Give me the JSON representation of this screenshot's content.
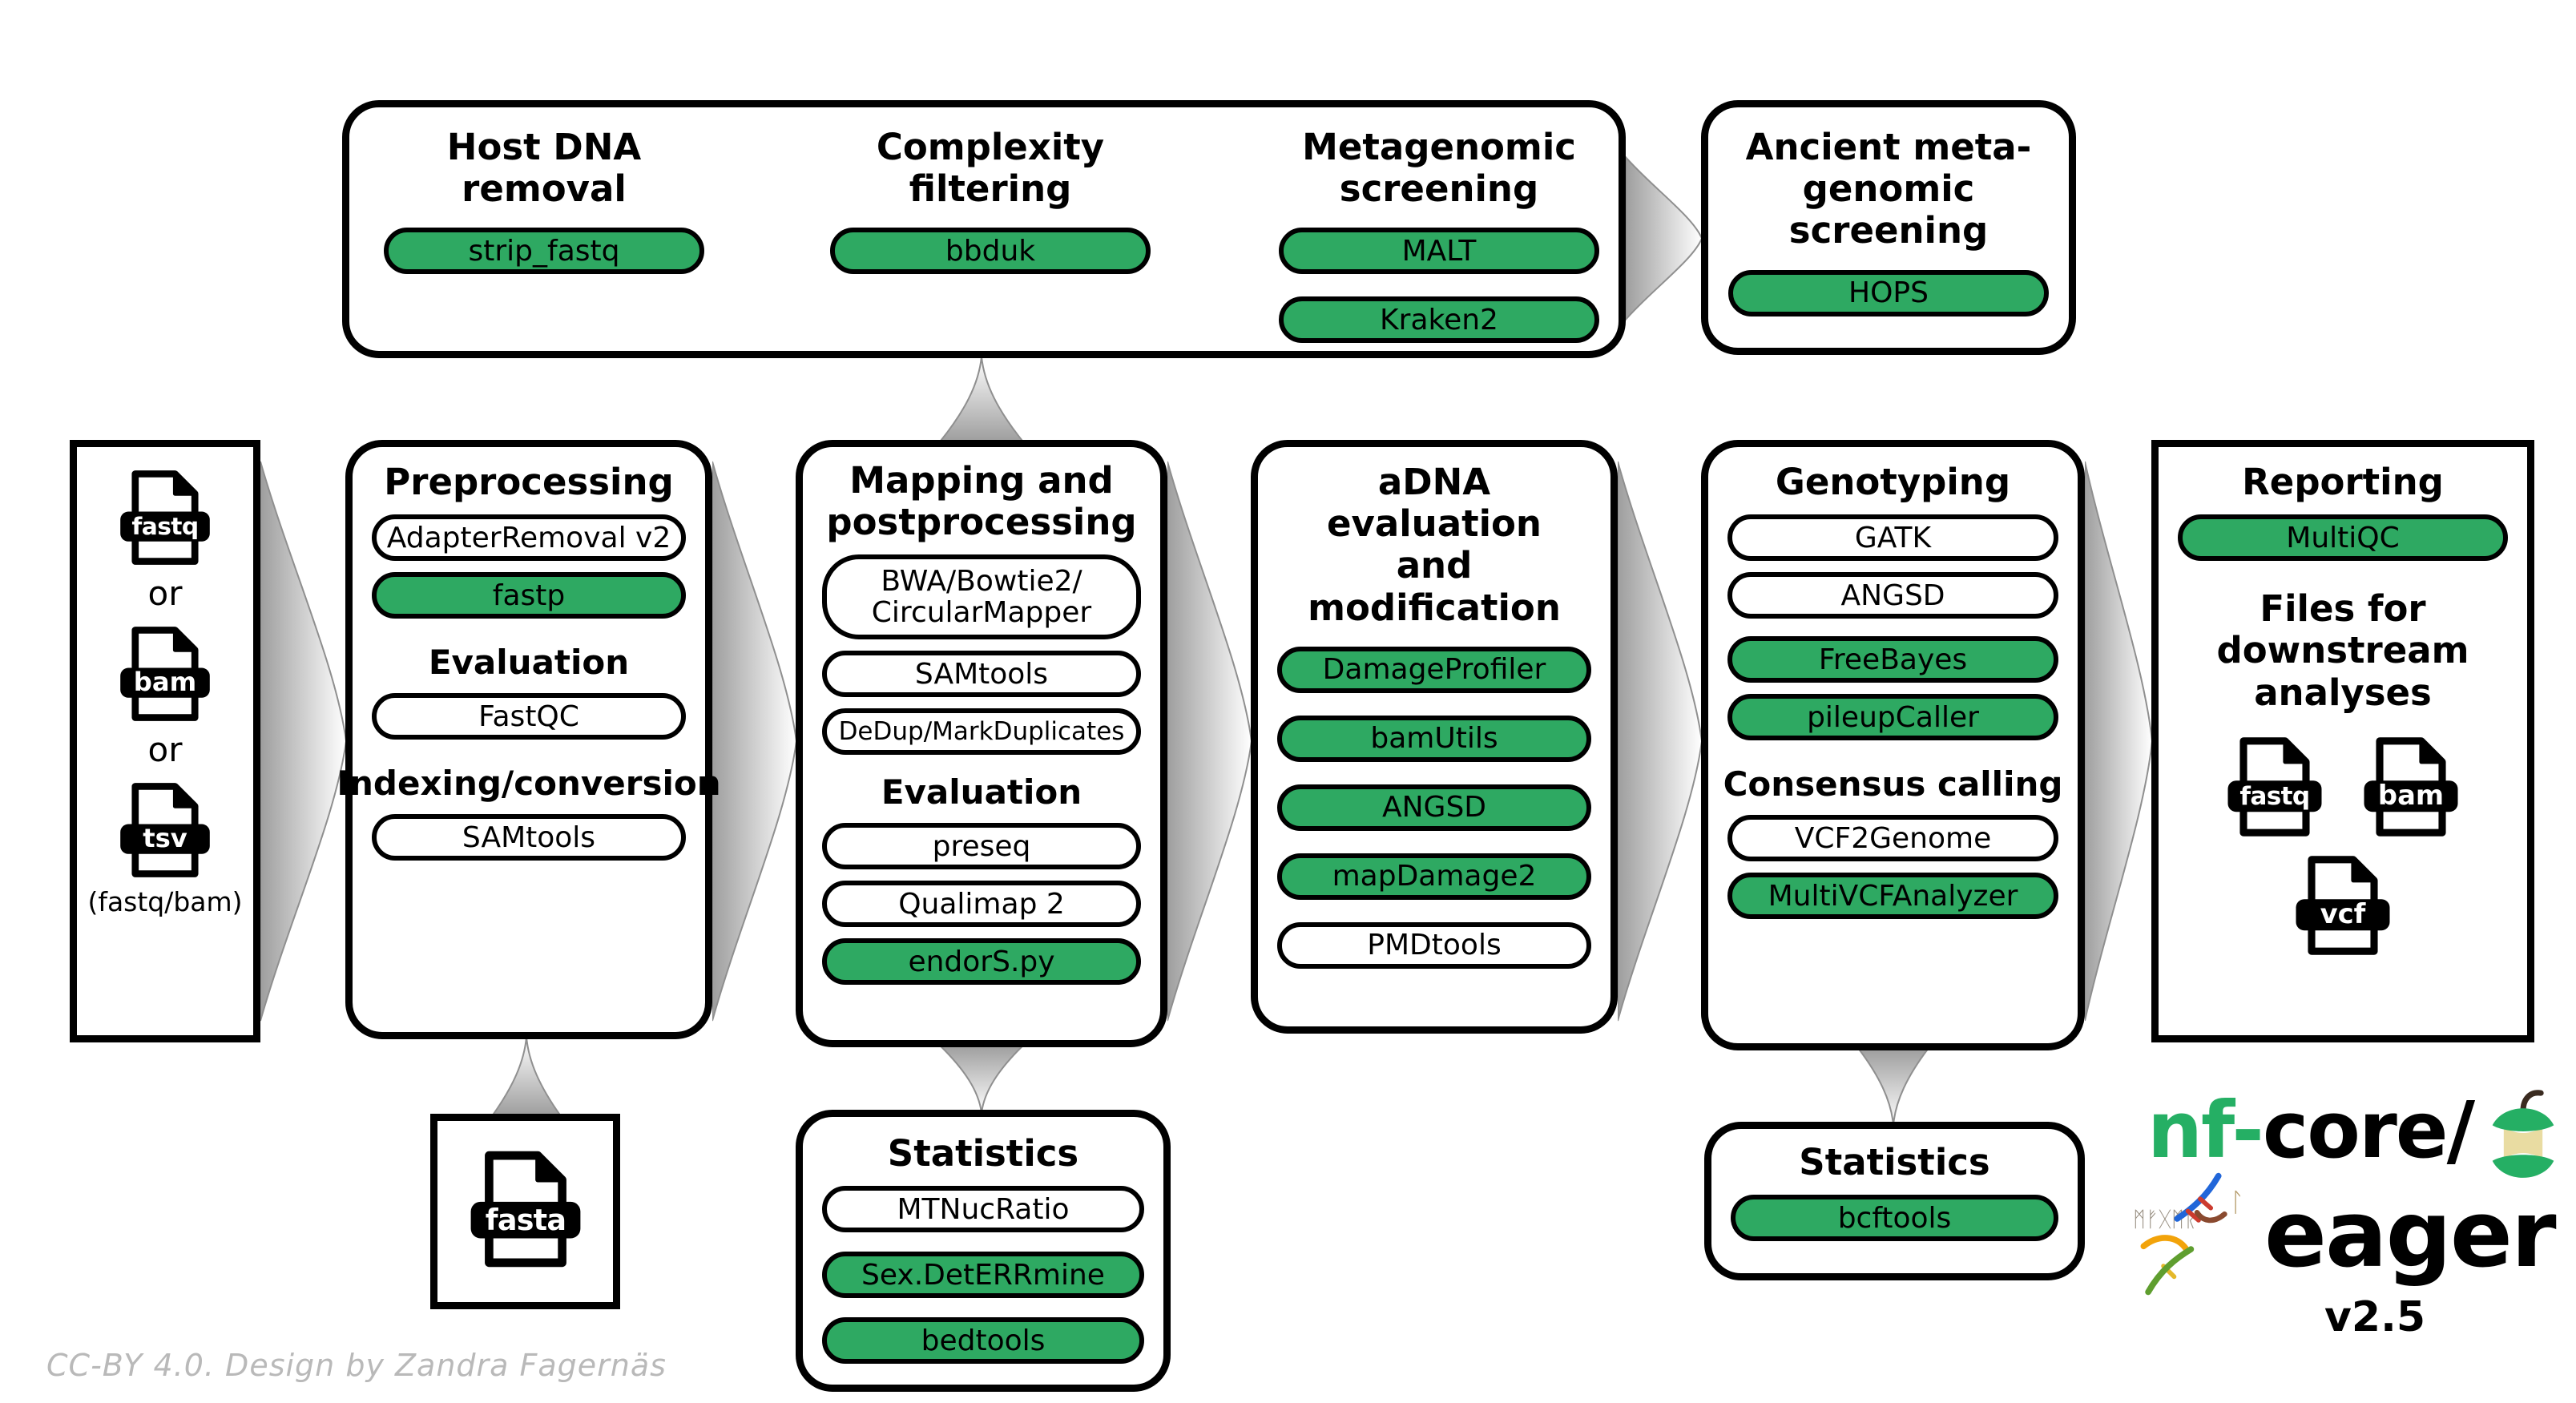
{
  "palette": {
    "green": "#2ea962",
    "logo_green": "#25af64",
    "arrow_gray": "#9e9e9e",
    "credit_gray": "#b9b9b9"
  },
  "top_box": {
    "columns": [
      {
        "title": "Host DNA\nremoval",
        "pills": [
          {
            "label": "strip_fastq",
            "green": true
          }
        ]
      },
      {
        "title": "Complexity\nfiltering",
        "pills": [
          {
            "label": "bbduk",
            "green": true
          }
        ]
      },
      {
        "title": "Metagenomic\nscreening",
        "pills": [
          {
            "label": "MALT",
            "green": true
          },
          {
            "label": "Kraken2",
            "green": true
          }
        ]
      }
    ]
  },
  "ancient_box": {
    "title": "Ancient meta-\ngenomic screening",
    "pills": [
      {
        "label": "HOPS",
        "green": true
      }
    ]
  },
  "input_box": {
    "files": [
      {
        "label": "fastq"
      },
      {
        "label": "bam"
      },
      {
        "label": "tsv"
      }
    ],
    "or_label": "or",
    "note": "(fastq/bam)"
  },
  "fasta_box": {
    "file": {
      "label": "fasta"
    }
  },
  "preprocessing_box": {
    "sections": [
      {
        "title": "Preprocessing",
        "pills": [
          {
            "label": "AdapterRemoval v2",
            "green": false
          },
          {
            "label": "fastp",
            "green": true
          }
        ]
      },
      {
        "title": "Evaluation",
        "pills": [
          {
            "label": "FastQC",
            "green": false
          }
        ]
      },
      {
        "title": "Indexing/conversion",
        "pills": [
          {
            "label": "SAMtools",
            "green": false
          }
        ]
      }
    ]
  },
  "mapping_box": {
    "sections": [
      {
        "title": "Mapping and\npostprocessing",
        "pills": [
          {
            "label": "BWA/Bowtie2/\nCircularMapper",
            "green": false,
            "tall": true
          },
          {
            "label": "SAMtools",
            "green": false
          },
          {
            "label": "DeDup/MarkDuplicates",
            "green": false,
            "fit": true
          }
        ]
      },
      {
        "title": "Evaluation",
        "pills": [
          {
            "label": "preseq",
            "green": false
          },
          {
            "label": "Qualimap 2",
            "green": false
          },
          {
            "label": "endorS.py",
            "green": true
          }
        ]
      }
    ]
  },
  "adna_box": {
    "sections": [
      {
        "title": "aDNA evaluation\nand modification",
        "pills": [
          {
            "label": "DamageProfiler",
            "green": true
          },
          {
            "label": "bamUtils",
            "green": true
          },
          {
            "label": "ANGSD",
            "green": true
          },
          {
            "label": "mapDamage2",
            "green": true
          },
          {
            "label": "PMDtools",
            "green": false
          }
        ]
      }
    ]
  },
  "genotyping_box": {
    "sections": [
      {
        "title": "Genotyping",
        "pills": [
          {
            "label": "GATK",
            "green": false
          },
          {
            "label": "ANGSD",
            "green": false
          },
          {
            "label": "FreeBayes",
            "green": true
          },
          {
            "label": "pileupCaller",
            "green": true
          }
        ]
      },
      {
        "title": "Consensus calling",
        "pills": [
          {
            "label": "VCF2Genome",
            "green": false
          },
          {
            "label": "MultiVCFAnalyzer",
            "green": true
          }
        ]
      }
    ]
  },
  "reporting_box": {
    "title": "Reporting",
    "pills": [
      {
        "label": "MultiQC",
        "green": true
      }
    ],
    "files_title": "Files for downstream\nanalyses",
    "files": [
      {
        "label": "fastq"
      },
      {
        "label": "bam"
      },
      {
        "label": "vcf"
      }
    ]
  },
  "stats_mid_box": {
    "title": "Statistics",
    "pills": [
      {
        "label": "MTNucRatio",
        "green": false
      },
      {
        "label": "Sex.DetERRmine",
        "green": true
      },
      {
        "label": "bedtools",
        "green": true
      }
    ]
  },
  "stats_right_box": {
    "title": "Statistics",
    "pills": [
      {
        "label": "bcftools",
        "green": true
      }
    ]
  },
  "logo": {
    "nf": "nf-",
    "core": "core/",
    "name": "eager",
    "version": "v2.5",
    "runes": "ᛗᚠᚷᛗᚱ",
    "rune_l": "ᛚ"
  },
  "credit": "CC-BY 4.0. Design by Zandra Fagernäs"
}
